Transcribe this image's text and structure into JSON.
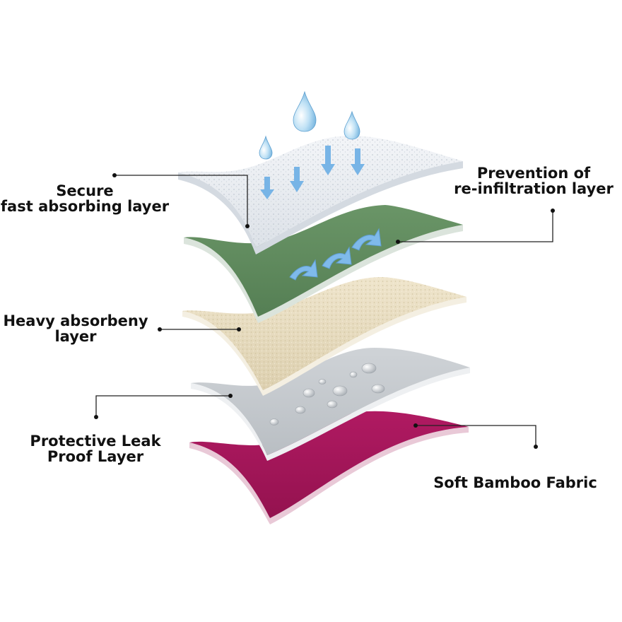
{
  "labels": {
    "secure": [
      "Secure",
      "fast absorbing layer"
    ],
    "prevention": [
      "Prevention of",
      "re-infiltration layer"
    ],
    "heavy": [
      "Heavy absorbeny",
      "layer"
    ],
    "protective": [
      "Protective Leak",
      "Proof Layer"
    ],
    "bamboo": [
      "Soft Bamboo Fabric"
    ]
  },
  "colors": {
    "top_layer": "#e8ecf1",
    "green_layer": "#5e8a5c",
    "beige_layer": "#e8dcbf",
    "grey_layer": "#c5c9cd",
    "magenta_layer": "#a5155a",
    "water": "#8fc6ea",
    "arrow": "#77b4e6",
    "leader": "#222222"
  },
  "icons": [
    "water-drop-icon",
    "down-arrow-icon",
    "curved-arrow-icon",
    "water-bead-icon"
  ]
}
